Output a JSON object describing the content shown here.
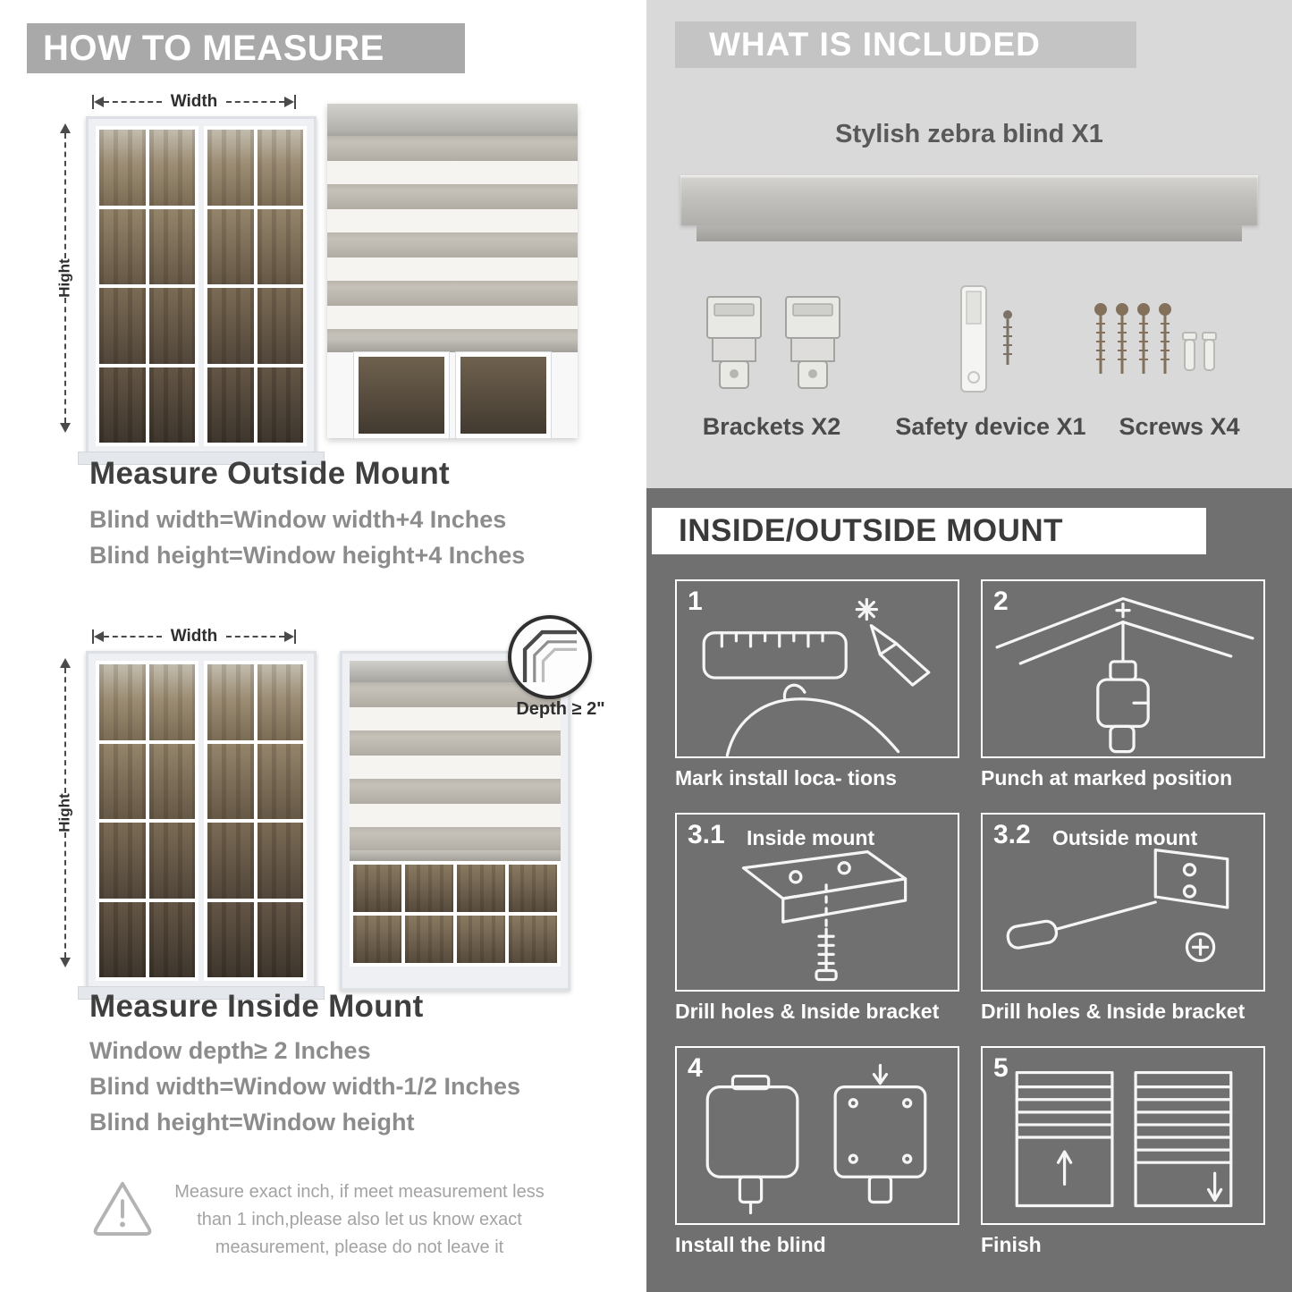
{
  "left": {
    "banner": "HOW TO MEASURE",
    "outside": {
      "width_label": "Width",
      "height_label": "Hight",
      "heading": "Measure Outside Mount",
      "line1": "Blind width=Window width+4 Inches",
      "line2": "Blind height=Window height+4 Inches"
    },
    "inside": {
      "width_label": "Width",
      "height_label": "Hight",
      "depth_label": "Depth ≥ 2\"",
      "heading": "Measure Inside Mount",
      "line1": "Window depth≥ 2 Inches",
      "line2": "Blind width=Window width-1/2 Inches",
      "line3": "Blind height=Window height"
    },
    "warning_text": "Measure exact inch, if meet measurement less than 1 inch,please also let us know exact measurement, please do not leave it"
  },
  "included": {
    "banner": "WHAT IS INCLUDED",
    "product_title": "Stylish zebra blind X1",
    "items": [
      {
        "label": "Brackets X2",
        "icon": "brackets-icon"
      },
      {
        "label": "Safety device X1",
        "icon": "safety-device-icon"
      },
      {
        "label": "Screws X4",
        "icon": "screws-icon"
      }
    ]
  },
  "mount": {
    "banner": "INSIDE/OUTSIDE MOUNT",
    "steps": [
      {
        "num": "1",
        "caption": "Mark install loca- tions"
      },
      {
        "num": "2",
        "caption": "Punch at marked position"
      },
      {
        "num": "3.1",
        "title": "Inside mount",
        "caption": "Drill holes & Inside bracket"
      },
      {
        "num": "3.2",
        "title": "Outside mount",
        "caption": "Drill holes & Inside bracket"
      },
      {
        "num": "4",
        "caption": "Install the blind"
      },
      {
        "num": "5",
        "caption": "Finish"
      }
    ]
  },
  "colors": {
    "banner_gray": "#a9a9a9",
    "panel_light": "#d9d9d9",
    "panel_dark": "#707070",
    "heading_dark": "#3f3f3f",
    "body_gray": "#8c8c8c"
  }
}
